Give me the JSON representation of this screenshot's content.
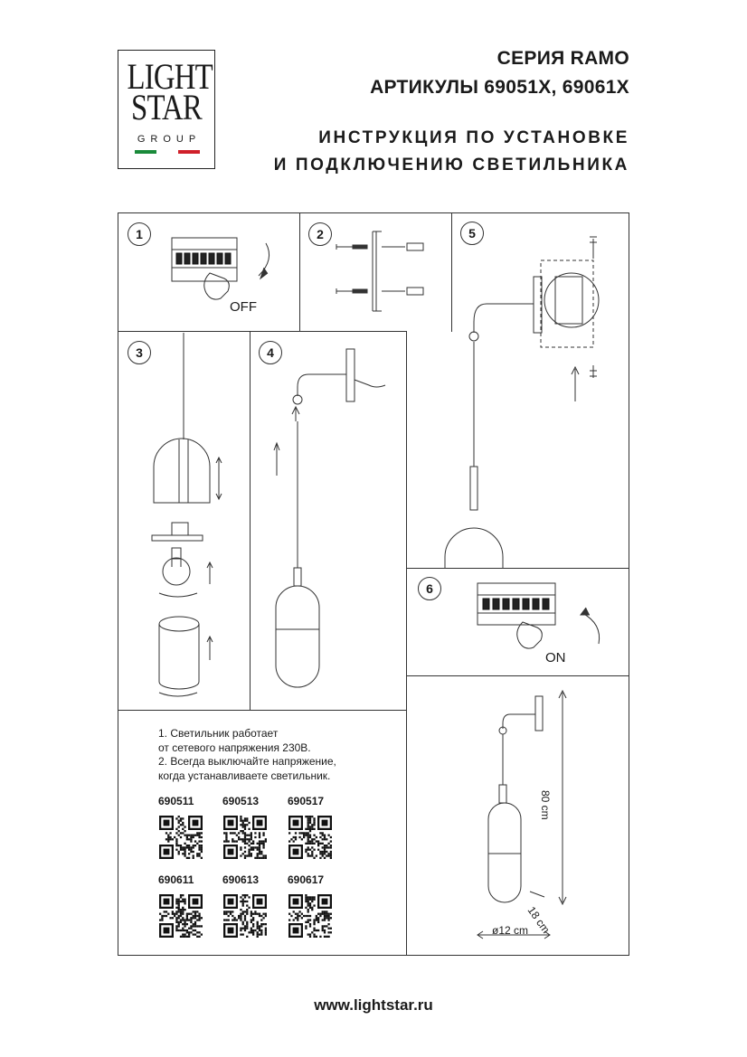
{
  "logo": {
    "line1": "LIGHT",
    "line2": "STAR",
    "line3": "GROUP",
    "flag_colors": [
      "#1a8a3a",
      "#ffffff",
      "#d0202a"
    ]
  },
  "header": {
    "series": "СЕРИЯ RAMO",
    "articles": "АРТИКУЛЫ 69051X, 69061X",
    "instruction_line1": "ИНСТРУКЦИЯ ПО УСТАНОВКЕ",
    "instruction_line2": "И ПОДКЛЮЧЕНИЮ СВЕТИЛЬНИКА"
  },
  "steps": [
    "1",
    "2",
    "3",
    "4",
    "5",
    "6"
  ],
  "switch_labels": {
    "off": "OFF",
    "on": "ON"
  },
  "notes": [
    "1. Светильник работает",
    "от сетевого напряжения 230В.",
    "2. Всегда выключайте напряжение,",
    "когда устанавливаете светильник."
  ],
  "product_codes": [
    "690511",
    "690513",
    "690517",
    "690611",
    "690613",
    "690617"
  ],
  "dimensions": {
    "height": "80 cm",
    "depth": "18 cm",
    "diameter": "ø12 cm"
  },
  "website": "www.lightstar.ru"
}
